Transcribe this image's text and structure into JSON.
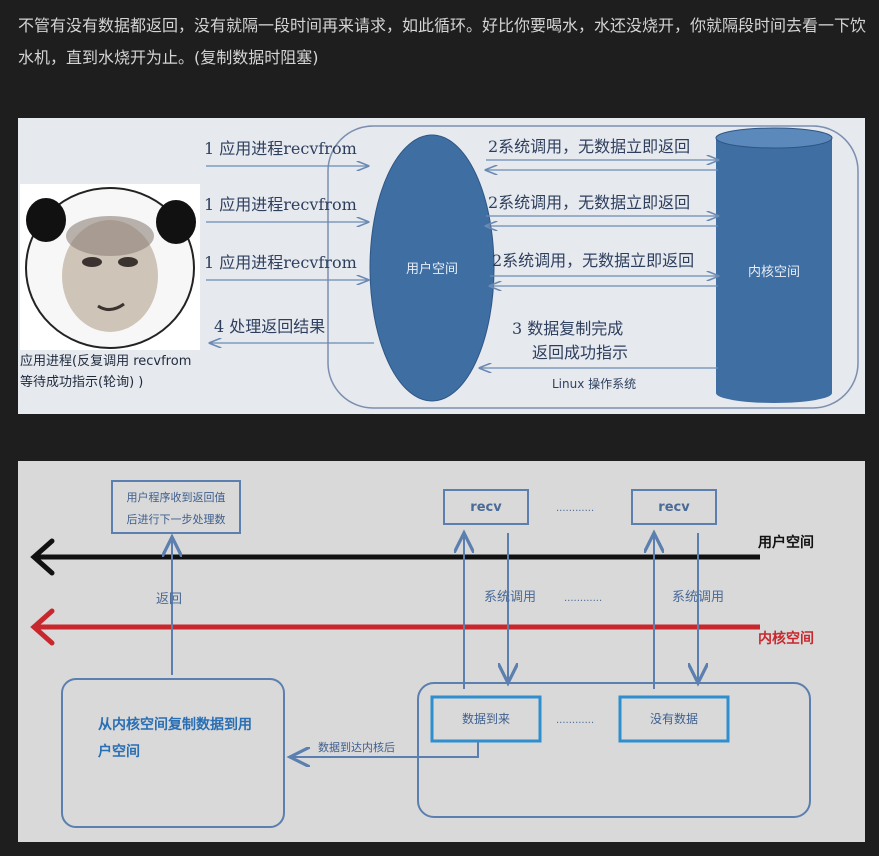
{
  "article": {
    "paragraph": "不管有没有数据都返回，没有就隔一段时间再来请求，如此循环。好比你要喝水，水还没烧开，你就隔段时间去看一下饮水机，直到水烧开为止。(复制数据时阻塞)"
  },
  "figure1": {
    "arrows_left": [
      "1 应用进程recvfrom",
      "1 应用进程recvfrom",
      "1 应用进程recvfrom"
    ],
    "return_label": "4 处理返回结果",
    "user_space": "用户空间",
    "kernel_space": "内核空间",
    "syscall_labels": [
      "2系统调用，无数据立即返回",
      "2系统调用，无数据立即返回",
      "2系统调用，无数据立即返回"
    ],
    "copy_done_line1": "3 数据复制完成",
    "copy_done_line2": "返回成功指示",
    "os_label": "Linux 操作系统",
    "caption_line1": "应用进程(反复调用 recvfrom",
    "caption_line2": "等待成功指示(轮询) )"
  },
  "figure2": {
    "app_box_line1": "用户程序收到返回值",
    "app_box_line2": "后进行下一步处理数",
    "recv1": "recv",
    "recv2": "recv",
    "dots_top": "............",
    "user_space": "用户空间",
    "return_label": "返回",
    "syscall1": "系统调用",
    "dots_mid": "............",
    "syscall2": "系统调用",
    "kernel_space": "内核空间",
    "copy_box_line1": "从内核空间复制数据到用",
    "copy_box_line2": "户空间",
    "data_arrived": "数据到来",
    "dots_bottom": "............",
    "no_data": "没有数据",
    "data_to_kernel": "数据到达内核后",
    "colors": {
      "black_line": "#111111",
      "red_line": "#c8282d",
      "box_blue": "#5b7fae",
      "text_blue": "#2a6fb3",
      "cyan_box": "#2f8fce"
    }
  }
}
